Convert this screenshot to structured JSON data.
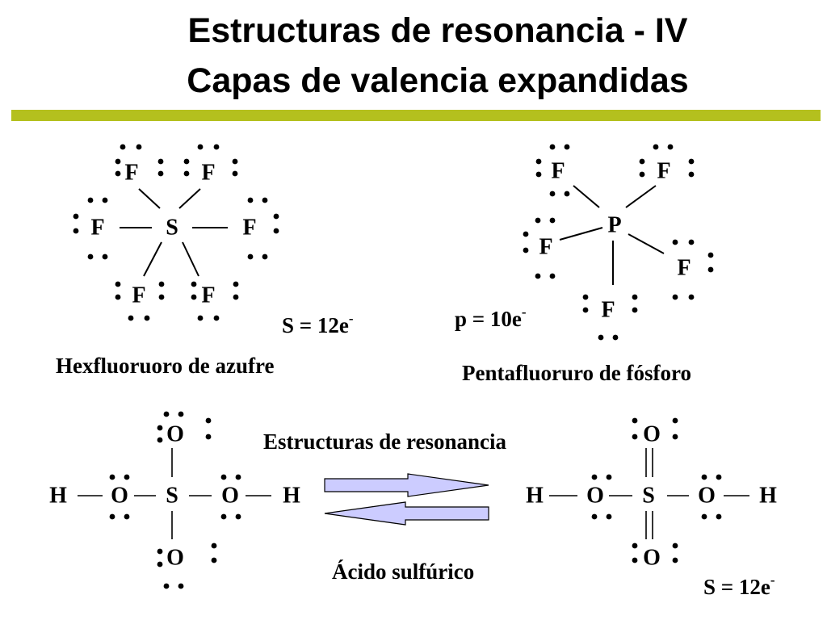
{
  "title": {
    "line1": "Estructuras de resonancia - IV",
    "line2": "Capas de valencia expandidas"
  },
  "colors": {
    "rule": "#b4c01e",
    "arrow_fill": "#ccccff",
    "arrow_stroke": "#000000"
  },
  "sf6": {
    "atoms": {
      "center": "S",
      "ligand": "F"
    },
    "count_label": "S = 12e",
    "count_sup": "-",
    "name": "Hexfluoruoro de azufre"
  },
  "pf5": {
    "atoms": {
      "center": "P",
      "ligand": "F"
    },
    "count_label": "p = 10e",
    "count_sup": "-",
    "name": "Pentafluoruro de fósforo"
  },
  "h2so4": {
    "atoms": {
      "h": "H",
      "o": "O",
      "s": "S"
    },
    "arrow_label": "Estructuras de resonancia",
    "name": "Ácido sulfúrico",
    "count_label": "S = 12e",
    "count_sup": "-"
  }
}
